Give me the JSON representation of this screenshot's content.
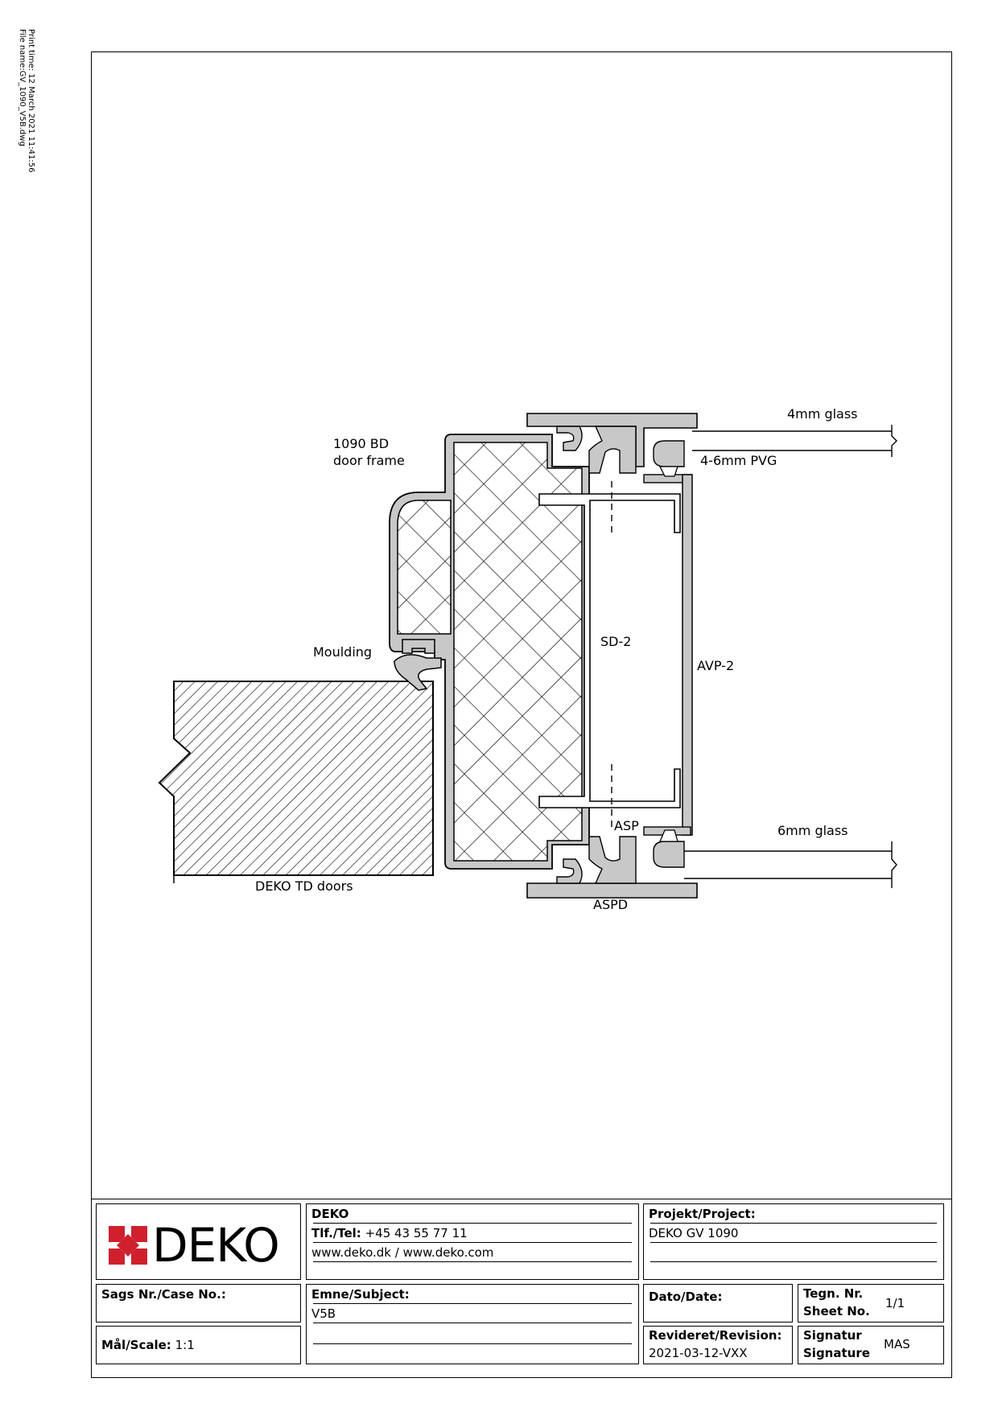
{
  "print_info": {
    "print_time": "Print time: 12 March 2021 11:41:56",
    "file_name": "File name:GV_1090_V5B.dwg"
  },
  "labels": {
    "frame": "1090 BD\ndoor frame",
    "frame_line1": "1090 BD",
    "frame_line2": "door frame",
    "glass_top": "4mm glass",
    "pvg": "4-6mm PVG",
    "moulding": "Moulding",
    "sd2": "SD-2",
    "avp2": "AVP-2",
    "asp": "ASP",
    "glass_bottom": "6mm glass",
    "td_doors": "DEKO TD doors",
    "aspd": "ASPD"
  },
  "title_block": {
    "logo_text": "DEKO",
    "company": "DEKO",
    "tel_label": "Tlf./Tel:",
    "tel_value": " +45 43 55 77 11",
    "web": "www.deko.dk / www.deko.com",
    "project_label": "Projekt/Project:",
    "project_value": "DEKO GV 1090",
    "case_label": "Sags Nr./Case No.:",
    "subject_label": "Emne/Subject:",
    "subject_value": "V5B",
    "date_label": "Dato/Date:",
    "sheet_label_1": "Tegn. Nr.",
    "sheet_label_2": "Sheet No.",
    "sheet_value": "1/1",
    "scale_label": "Mål/Scale:",
    "scale_value": "1:1",
    "revision_label": "Revideret/Revision:",
    "revision_value": "2021-03-12-VXX",
    "signature_label_1": "Signatur",
    "signature_label_2": "Signature",
    "signature_value": "MAS"
  },
  "colors": {
    "line": "#000000",
    "profile_fill": "#c8c8c8",
    "background": "#ffffff",
    "logo_red": "#d0202e"
  }
}
